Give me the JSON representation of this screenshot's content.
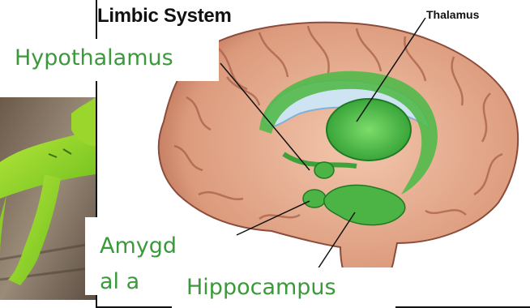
{
  "title": "Limbic System",
  "labels": {
    "thalamus": "Thalamus",
    "hypothalamus": "Hypothalamus",
    "amygdala": "Amygdal a",
    "hippocampus": "Hippocampus"
  }
}
